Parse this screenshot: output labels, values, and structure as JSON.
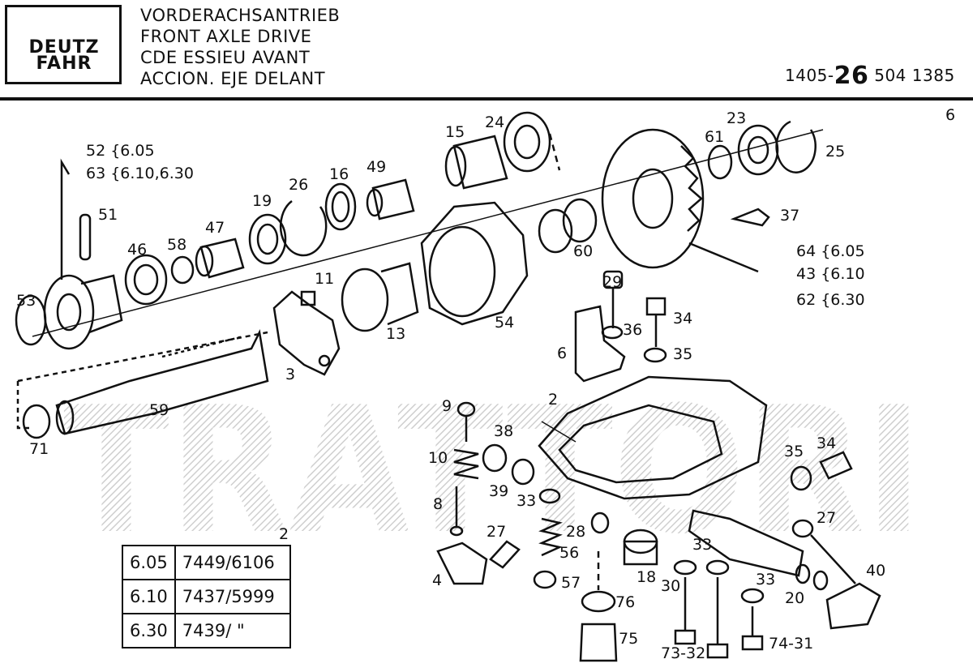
{
  "header": {
    "brand_line1": "DEUTZ",
    "brand_line2": "FAHR",
    "titles": [
      "VORDERACHSANTRIEB",
      "FRONT AXLE DRIVE",
      "CDE ESSIEU AVANT",
      "ACCION. EJE DELANT"
    ],
    "doc_prefix": "1405-",
    "doc_main": "26",
    "doc_suffix": " 504  1385",
    "page": "6"
  },
  "watermark": "TRATTORI",
  "callouts": [
    {
      "id": "c52",
      "text": "52 {6.05"
    },
    {
      "id": "c63",
      "text": "63 {6.10,6.30"
    },
    {
      "id": "c51",
      "text": "51"
    },
    {
      "id": "c53",
      "text": "53"
    },
    {
      "id": "c46",
      "text": "46"
    },
    {
      "id": "c58",
      "text": "58"
    },
    {
      "id": "c47",
      "text": "47"
    },
    {
      "id": "c19",
      "text": "19"
    },
    {
      "id": "c26",
      "text": "26"
    },
    {
      "id": "c16",
      "text": "16"
    },
    {
      "id": "c49",
      "text": "49"
    },
    {
      "id": "c15",
      "text": "15"
    },
    {
      "id": "c24",
      "text": "24"
    },
    {
      "id": "c23",
      "text": "23"
    },
    {
      "id": "c61",
      "text": "61"
    },
    {
      "id": "c25",
      "text": "25"
    },
    {
      "id": "c37",
      "text": "37"
    },
    {
      "id": "c64",
      "text": "64 {6.05"
    },
    {
      "id": "c43",
      "text": "43 {6.10"
    },
    {
      "id": "c62",
      "text": "62 {6.30"
    },
    {
      "id": "c60",
      "text": "60"
    },
    {
      "id": "c54",
      "text": "54"
    },
    {
      "id": "c13",
      "text": "13"
    },
    {
      "id": "c11",
      "text": "11"
    },
    {
      "id": "c3",
      "text": "3"
    },
    {
      "id": "c59",
      "text": "59"
    },
    {
      "id": "c71",
      "text": "71"
    },
    {
      "id": "c29",
      "text": "29"
    },
    {
      "id": "c36",
      "text": "36"
    },
    {
      "id": "c34a",
      "text": "34"
    },
    {
      "id": "c35a",
      "text": "35"
    },
    {
      "id": "c6",
      "text": "6"
    },
    {
      "id": "c2",
      "text": "2"
    },
    {
      "id": "c9",
      "text": "9"
    },
    {
      "id": "c38",
      "text": "38"
    },
    {
      "id": "c10",
      "text": "10"
    },
    {
      "id": "c39",
      "text": "39"
    },
    {
      "id": "c33a",
      "text": "33"
    },
    {
      "id": "c8",
      "text": "8"
    },
    {
      "id": "c28",
      "text": "28"
    },
    {
      "id": "c27a",
      "text": "27"
    },
    {
      "id": "c56",
      "text": "56"
    },
    {
      "id": "c4",
      "text": "4"
    },
    {
      "id": "c57",
      "text": "57"
    },
    {
      "id": "c18",
      "text": "18"
    },
    {
      "id": "c76",
      "text": "76"
    },
    {
      "id": "c75",
      "text": "75"
    },
    {
      "id": "c33b",
      "text": "33"
    },
    {
      "id": "c30",
      "text": "30"
    },
    {
      "id": "c33c",
      "text": "33"
    },
    {
      "id": "c7332",
      "text": "73-32"
    },
    {
      "id": "c7431",
      "text": "74-31"
    },
    {
      "id": "c35b",
      "text": "35"
    },
    {
      "id": "c34b",
      "text": "34"
    },
    {
      "id": "c27b",
      "text": "27"
    },
    {
      "id": "c40",
      "text": "40"
    },
    {
      "id": "c20",
      "text": "20"
    }
  ],
  "table": {
    "label": "2",
    "rows": [
      {
        "variant": "6.05",
        "part": "7449/6106"
      },
      {
        "variant": "6.10",
        "part": "7437/5999"
      },
      {
        "variant": "6.30",
        "part": "7439/   \""
      }
    ]
  }
}
